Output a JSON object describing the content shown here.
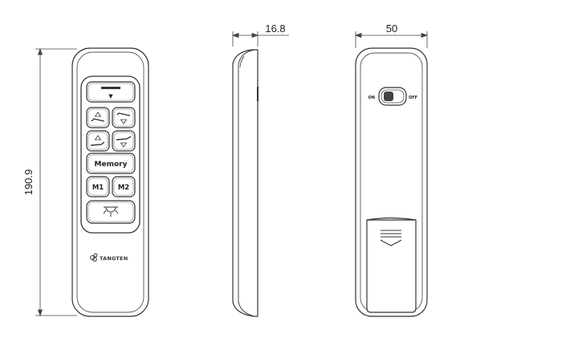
{
  "dimensions": {
    "height_label": "190.9",
    "depth_label": "16.8",
    "width_label": "50"
  },
  "front_view": {
    "buttons": {
      "top_arrow": "▼",
      "memory_label": "Memory",
      "m1_label": "M1",
      "m2_label": "M2"
    },
    "logo_text": "TANGTEN"
  },
  "back_view": {
    "switch_on_label": "ON",
    "switch_off_label": "OFF"
  }
}
